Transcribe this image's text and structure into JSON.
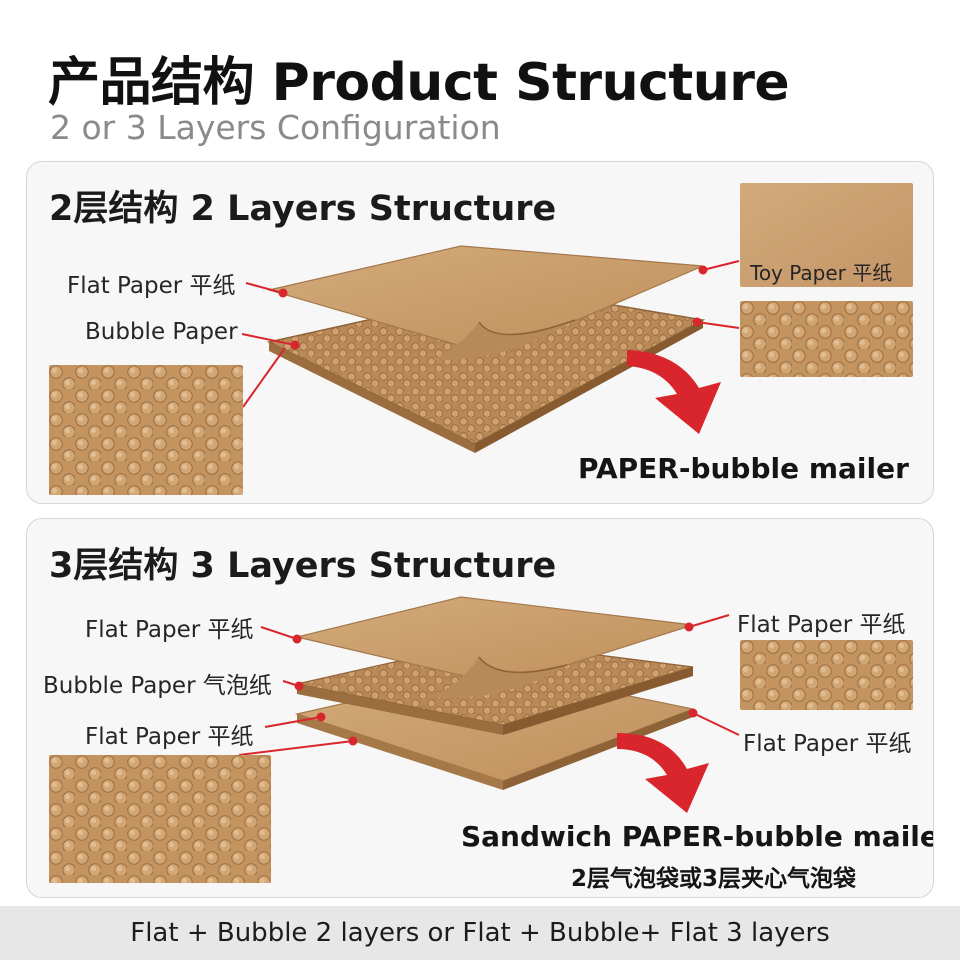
{
  "header": {
    "title": "产品结构 Product Structure",
    "subtitle": "2 or 3 Layers Configuration"
  },
  "two_layer": {
    "title": "2层结构 2 Layers Structure",
    "labels": {
      "flat_paper": "Flat Paper 平纸",
      "bubble_paper": "Bubble Paper",
      "toy_paper": "Toy Paper 平纸"
    },
    "caption": "PAPER-bubble mailer"
  },
  "three_layer": {
    "title": "3层结构 3 Layers Structure",
    "labels": {
      "flat_paper_top": "Flat Paper 平纸",
      "bubble_paper": "Bubble Paper 气泡纸",
      "flat_paper_bottom": "Flat Paper 平纸",
      "flat_paper_right_top": "Flat Paper 平纸",
      "flat_paper_right_bottom": "Flat Paper 平纸"
    },
    "caption": "Sandwich PAPER-bubble mailer",
    "caption_cn": "2层气泡袋或3层夹心气泡袋"
  },
  "footer": {
    "text": "Flat + Bubble 2 layers or Flat + Bubble+ Flat 3 layers"
  },
  "colors": {
    "kraft": "#c79a68",
    "kraft_dark": "#a8794a",
    "kraft_light": "#d9b78c",
    "accent_red": "#d8262c",
    "panel_bg": "#f7f7f7"
  }
}
